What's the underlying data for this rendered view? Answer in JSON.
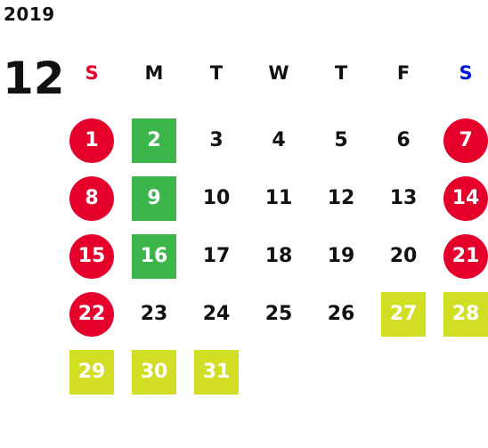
{
  "calendar": {
    "year": "2019",
    "month": "12",
    "weekdays": [
      {
        "label": "S",
        "color": "#e4002b"
      },
      {
        "label": "M",
        "color": "#111111"
      },
      {
        "label": "T",
        "color": "#111111"
      },
      {
        "label": "W",
        "color": "#111111"
      },
      {
        "label": "T",
        "color": "#111111"
      },
      {
        "label": "F",
        "color": "#111111"
      },
      {
        "label": "S",
        "color": "#0019d6"
      }
    ],
    "weeks": [
      [
        {
          "d": "1",
          "t": "sun"
        },
        {
          "d": "2",
          "t": "mon"
        },
        {
          "d": "3",
          "t": "plain"
        },
        {
          "d": "4",
          "t": "plain"
        },
        {
          "d": "5",
          "t": "plain"
        },
        {
          "d": "6",
          "t": "plain"
        },
        {
          "d": "7",
          "t": "sat"
        }
      ],
      [
        {
          "d": "8",
          "t": "sun"
        },
        {
          "d": "9",
          "t": "mon"
        },
        {
          "d": "10",
          "t": "plain"
        },
        {
          "d": "11",
          "t": "plain"
        },
        {
          "d": "12",
          "t": "plain"
        },
        {
          "d": "13",
          "t": "plain"
        },
        {
          "d": "14",
          "t": "sat"
        }
      ],
      [
        {
          "d": "15",
          "t": "sun"
        },
        {
          "d": "16",
          "t": "mon"
        },
        {
          "d": "17",
          "t": "plain"
        },
        {
          "d": "18",
          "t": "plain"
        },
        {
          "d": "19",
          "t": "plain"
        },
        {
          "d": "20",
          "t": "plain"
        },
        {
          "d": "21",
          "t": "sat"
        }
      ],
      [
        {
          "d": "22",
          "t": "sun"
        },
        {
          "d": "23",
          "t": "plain"
        },
        {
          "d": "24",
          "t": "plain"
        },
        {
          "d": "25",
          "t": "plain"
        },
        {
          "d": "26",
          "t": "plain"
        },
        {
          "d": "27",
          "t": "hol"
        },
        {
          "d": "28",
          "t": "hol"
        }
      ],
      [
        {
          "d": "29",
          "t": "hol"
        },
        {
          "d": "30",
          "t": "hol"
        },
        {
          "d": "31",
          "t": "hol"
        },
        {
          "d": "",
          "t": "empty"
        },
        {
          "d": "",
          "t": "empty"
        },
        {
          "d": "",
          "t": "empty"
        },
        {
          "d": "",
          "t": "empty"
        }
      ]
    ]
  },
  "colors": {
    "weekend": "#e4002b",
    "highlight_monday": "#3cb54a",
    "holiday": "#d2de24"
  }
}
